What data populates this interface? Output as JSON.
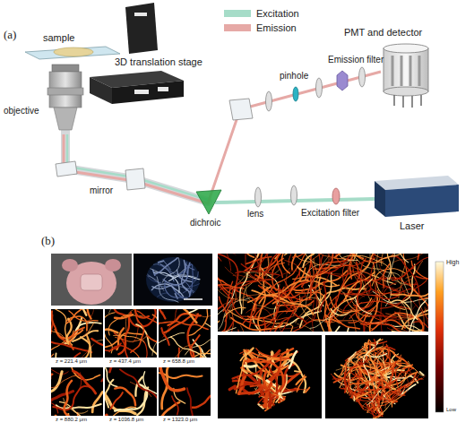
{
  "diagram": {
    "labels": [
      "(a)",
      "sample",
      "3D translation stage",
      "objective",
      "mirror",
      "dichroic",
      "lens",
      "pinhole",
      "Emission filter",
      "PMT and detector",
      "Excitation filter",
      "Laser",
      "(b)",
      "z = 221.4 μm",
      "z = 437.4 μm",
      "z = 658.8 μm",
      "z = 880.2 μm",
      "z = 1036.8 μm",
      "z = 1323.0 μm",
      "High",
      "Low"
    ],
    "legend": [
      {
        "text": "Excitation",
        "color": "#a6dcc8"
      },
      {
        "text": "Emission",
        "color": "#e6a9a6"
      }
    ]
  }
}
